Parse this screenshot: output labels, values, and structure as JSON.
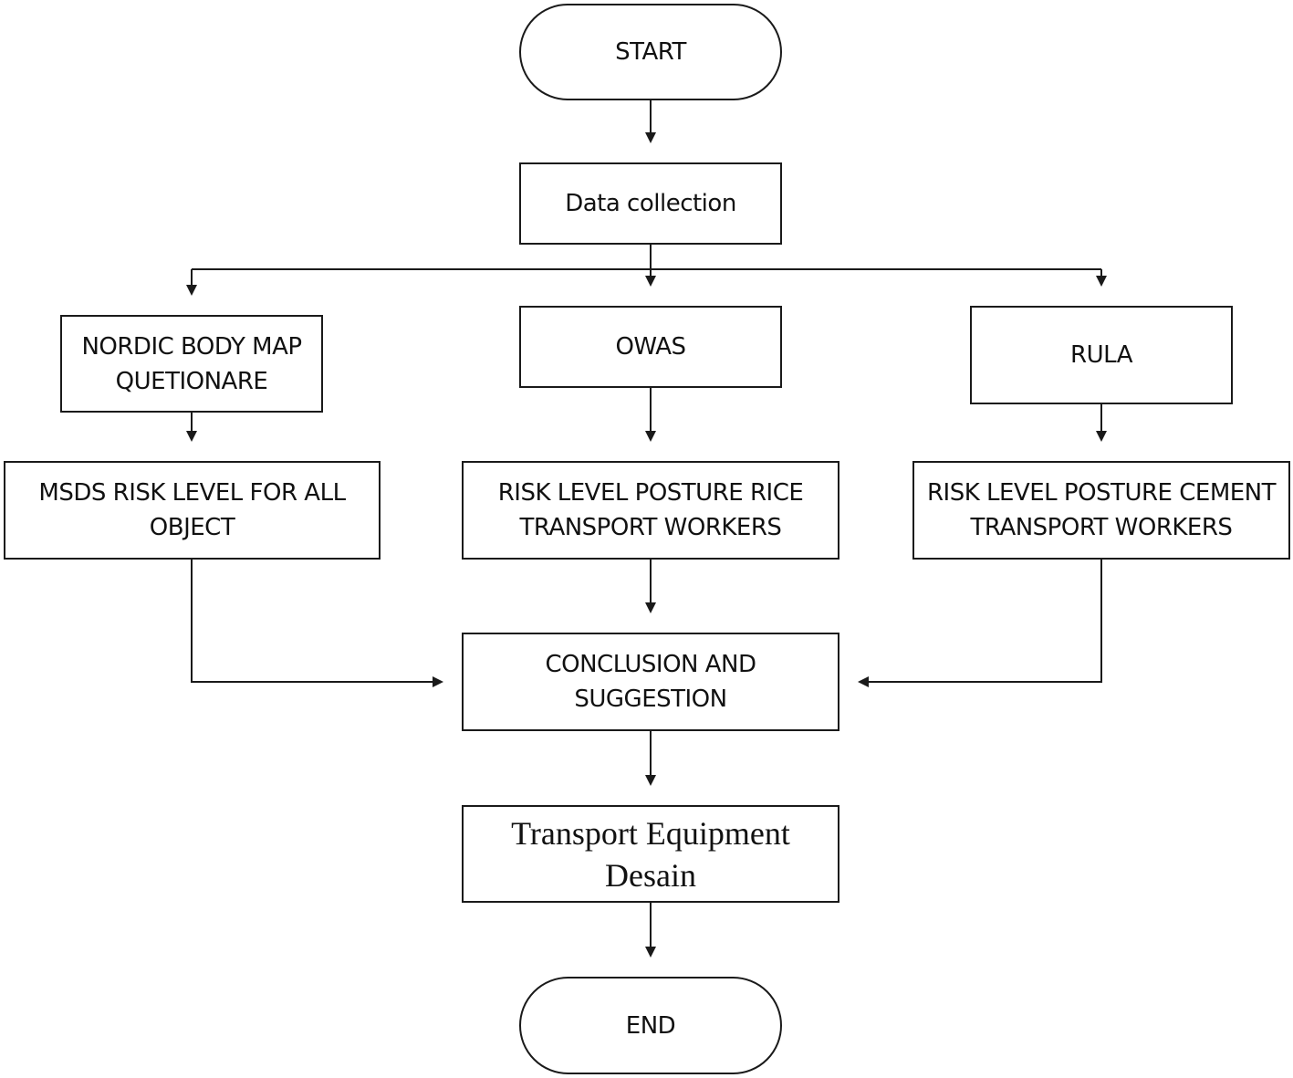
{
  "nodes": {
    "start": {
      "label": "START"
    },
    "data_collection": {
      "label": "Data collection"
    },
    "nordic": {
      "label": "NORDIC BODY MAP\nQUETIONARE"
    },
    "owas": {
      "label": "OWAS"
    },
    "rula": {
      "label": "RULA"
    },
    "msds": {
      "label": "MSDS RISK LEVEL FOR ALL\nOBJECT"
    },
    "risk_rice": {
      "label": "RISK LEVEL POSTURE RICE\nTRANSPORT WORKERS"
    },
    "risk_cement": {
      "label": "RISK LEVEL POSTURE CEMENT\nTRANSPORT WORKERS"
    },
    "conclusion": {
      "label": "CONCLUSION AND\nSUGGESTION"
    },
    "transport": {
      "label": "Transport Equipment\nDesain"
    },
    "end": {
      "label": "END"
    }
  },
  "edges": [
    {
      "from": "start",
      "to": "data_collection"
    },
    {
      "from": "data_collection",
      "to": "nordic"
    },
    {
      "from": "data_collection",
      "to": "owas"
    },
    {
      "from": "data_collection",
      "to": "rula"
    },
    {
      "from": "nordic",
      "to": "msds"
    },
    {
      "from": "owas",
      "to": "risk_rice"
    },
    {
      "from": "rula",
      "to": "risk_cement"
    },
    {
      "from": "msds",
      "to": "conclusion"
    },
    {
      "from": "risk_rice",
      "to": "conclusion"
    },
    {
      "from": "risk_cement",
      "to": "conclusion"
    },
    {
      "from": "conclusion",
      "to": "transport"
    },
    {
      "from": "transport",
      "to": "end"
    }
  ],
  "colors": {
    "stroke": "#1a1a1a",
    "text": "#111111",
    "background": "#ffffff"
  }
}
